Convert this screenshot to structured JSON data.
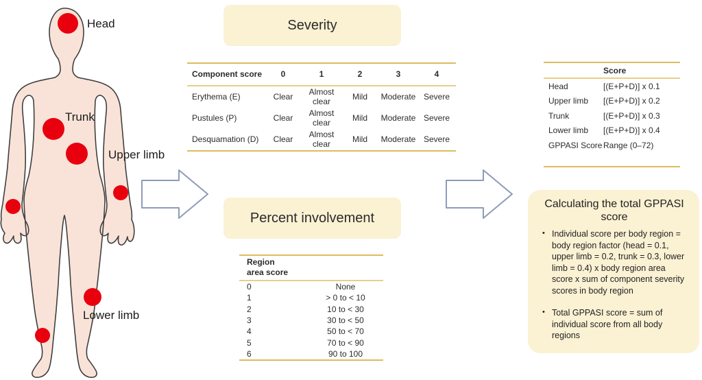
{
  "figure": {
    "labels": {
      "head": "Head",
      "trunk": "Trunk",
      "upper_limb": "Upper limb",
      "lower_limb": "Lower limb"
    }
  },
  "severity": {
    "title": "Severity",
    "table": {
      "header": [
        "Component score",
        "0",
        "1",
        "2",
        "3",
        "4"
      ],
      "rows": [
        [
          "Erythema (E)",
          "Clear",
          "Almost clear",
          "Mild",
          "Moderate",
          "Severe"
        ],
        [
          "Pustules (P)",
          "Clear",
          "Almost clear",
          "Mild",
          "Moderate",
          "Severe"
        ],
        [
          "Desquamation (D)",
          "Clear",
          "Almost clear",
          "Mild",
          "Moderate",
          "Severe"
        ]
      ]
    }
  },
  "percent_involvement": {
    "title": "Percent involvement",
    "table": {
      "header_line1": "Region",
      "header_line2": "area score",
      "rows": [
        [
          "0",
          "None"
        ],
        [
          "1",
          "> 0 to < 10"
        ],
        [
          "2",
          "10 to < 30"
        ],
        [
          "3",
          "30 to < 50"
        ],
        [
          "4",
          "50 to < 70"
        ],
        [
          "5",
          "70 to < 90"
        ],
        [
          "6",
          "90 to 100"
        ]
      ]
    }
  },
  "score_table": {
    "header_label": "Score",
    "rows": [
      {
        "label": "Head",
        "value": "[(E+P+D)] x 0.1"
      },
      {
        "label": "Upper limb",
        "value": "[(E+P+D)] x 0.2"
      },
      {
        "label": "Trunk",
        "value": "[(E+P+D)] x 0.3"
      },
      {
        "label": "Lower limb",
        "value": "[(E+P+D)] x 0.4"
      },
      {
        "label": "GPPASI Score",
        "value": "Range (0–72)"
      }
    ]
  },
  "calculation": {
    "title": "Calculating the total GPPASI score",
    "bullet_char": "•",
    "bullets": [
      "Individual score per body region = body region factor (head = 0.1, upper limb = 0.2, trunk = 0.3, lower limb = 0.4) x body region area score x sum of component severity scores in body region",
      "Total GPPASI score = sum of individual score from all body regions"
    ]
  },
  "colors": {
    "card_fill": "#FBF1D3",
    "table_rule_gold": "#DDBB5F",
    "lesion_red": "#E8000F",
    "skin": "#F9E3D8",
    "body_outline": "#3F3F3F",
    "arrow_outline": "#8C9CB8"
  }
}
